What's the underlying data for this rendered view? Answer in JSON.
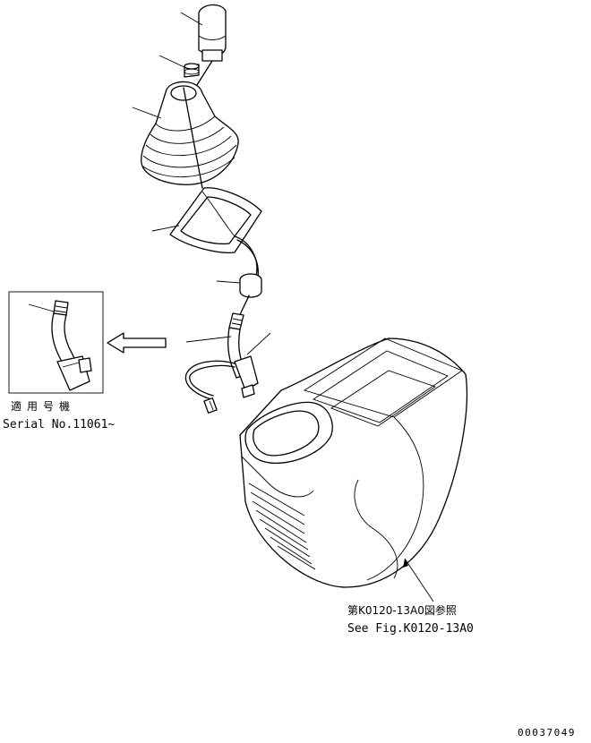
{
  "detail_box": {
    "label_jp": "適用号機",
    "label_en": "Serial No.11061~"
  },
  "console_ref": {
    "label_jp": "第K0120-13A0図参照",
    "label_en": "See Fig.K0120-13A0"
  },
  "drawing_number": "00037049"
}
